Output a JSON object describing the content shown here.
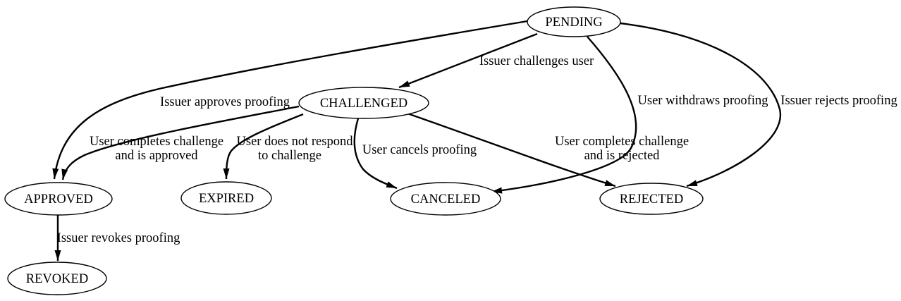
{
  "diagram": {
    "type": "state-diagram",
    "colors": {
      "background": "#ffffff",
      "node_fill": "#ffffff",
      "stroke": "#000000",
      "text": "#000000"
    },
    "nodes": {
      "pending": {
        "label": "PENDING"
      },
      "challenged": {
        "label": "CHALLENGED"
      },
      "approved": {
        "label": "APPROVED"
      },
      "expired": {
        "label": "EXPIRED"
      },
      "canceled": {
        "label": "CANCELED"
      },
      "rejected": {
        "label": "REJECTED"
      },
      "revoked": {
        "label": "REVOKED"
      }
    },
    "edges": {
      "pending_challenged": {
        "from": "PENDING",
        "to": "CHALLENGED",
        "label": "Issuer challenges user"
      },
      "pending_approved": {
        "from": "PENDING",
        "to": "APPROVED",
        "label": "Issuer approves proofing"
      },
      "pending_canceled": {
        "from": "PENDING",
        "to": "CANCELED",
        "label": "User withdraws proofing"
      },
      "pending_rejected": {
        "from": "PENDING",
        "to": "REJECTED",
        "label": "Issuer rejects proofing"
      },
      "challenged_approved": {
        "from": "CHALLENGED",
        "to": "APPROVED",
        "line1": "User completes challenge",
        "line2": "and is approved"
      },
      "challenged_expired": {
        "from": "CHALLENGED",
        "to": "EXPIRED",
        "line1": "User does not respond",
        "line2": "to challenge"
      },
      "challenged_canceled": {
        "from": "CHALLENGED",
        "to": "CANCELED",
        "label": "User cancels proofing"
      },
      "challenged_rejected": {
        "from": "CHALLENGED",
        "to": "REJECTED",
        "line1": "User completes challenge",
        "line2": "and is rejected"
      },
      "approved_revoked": {
        "from": "APPROVED",
        "to": "REVOKED",
        "label": "Issuer revokes proofing"
      }
    }
  }
}
